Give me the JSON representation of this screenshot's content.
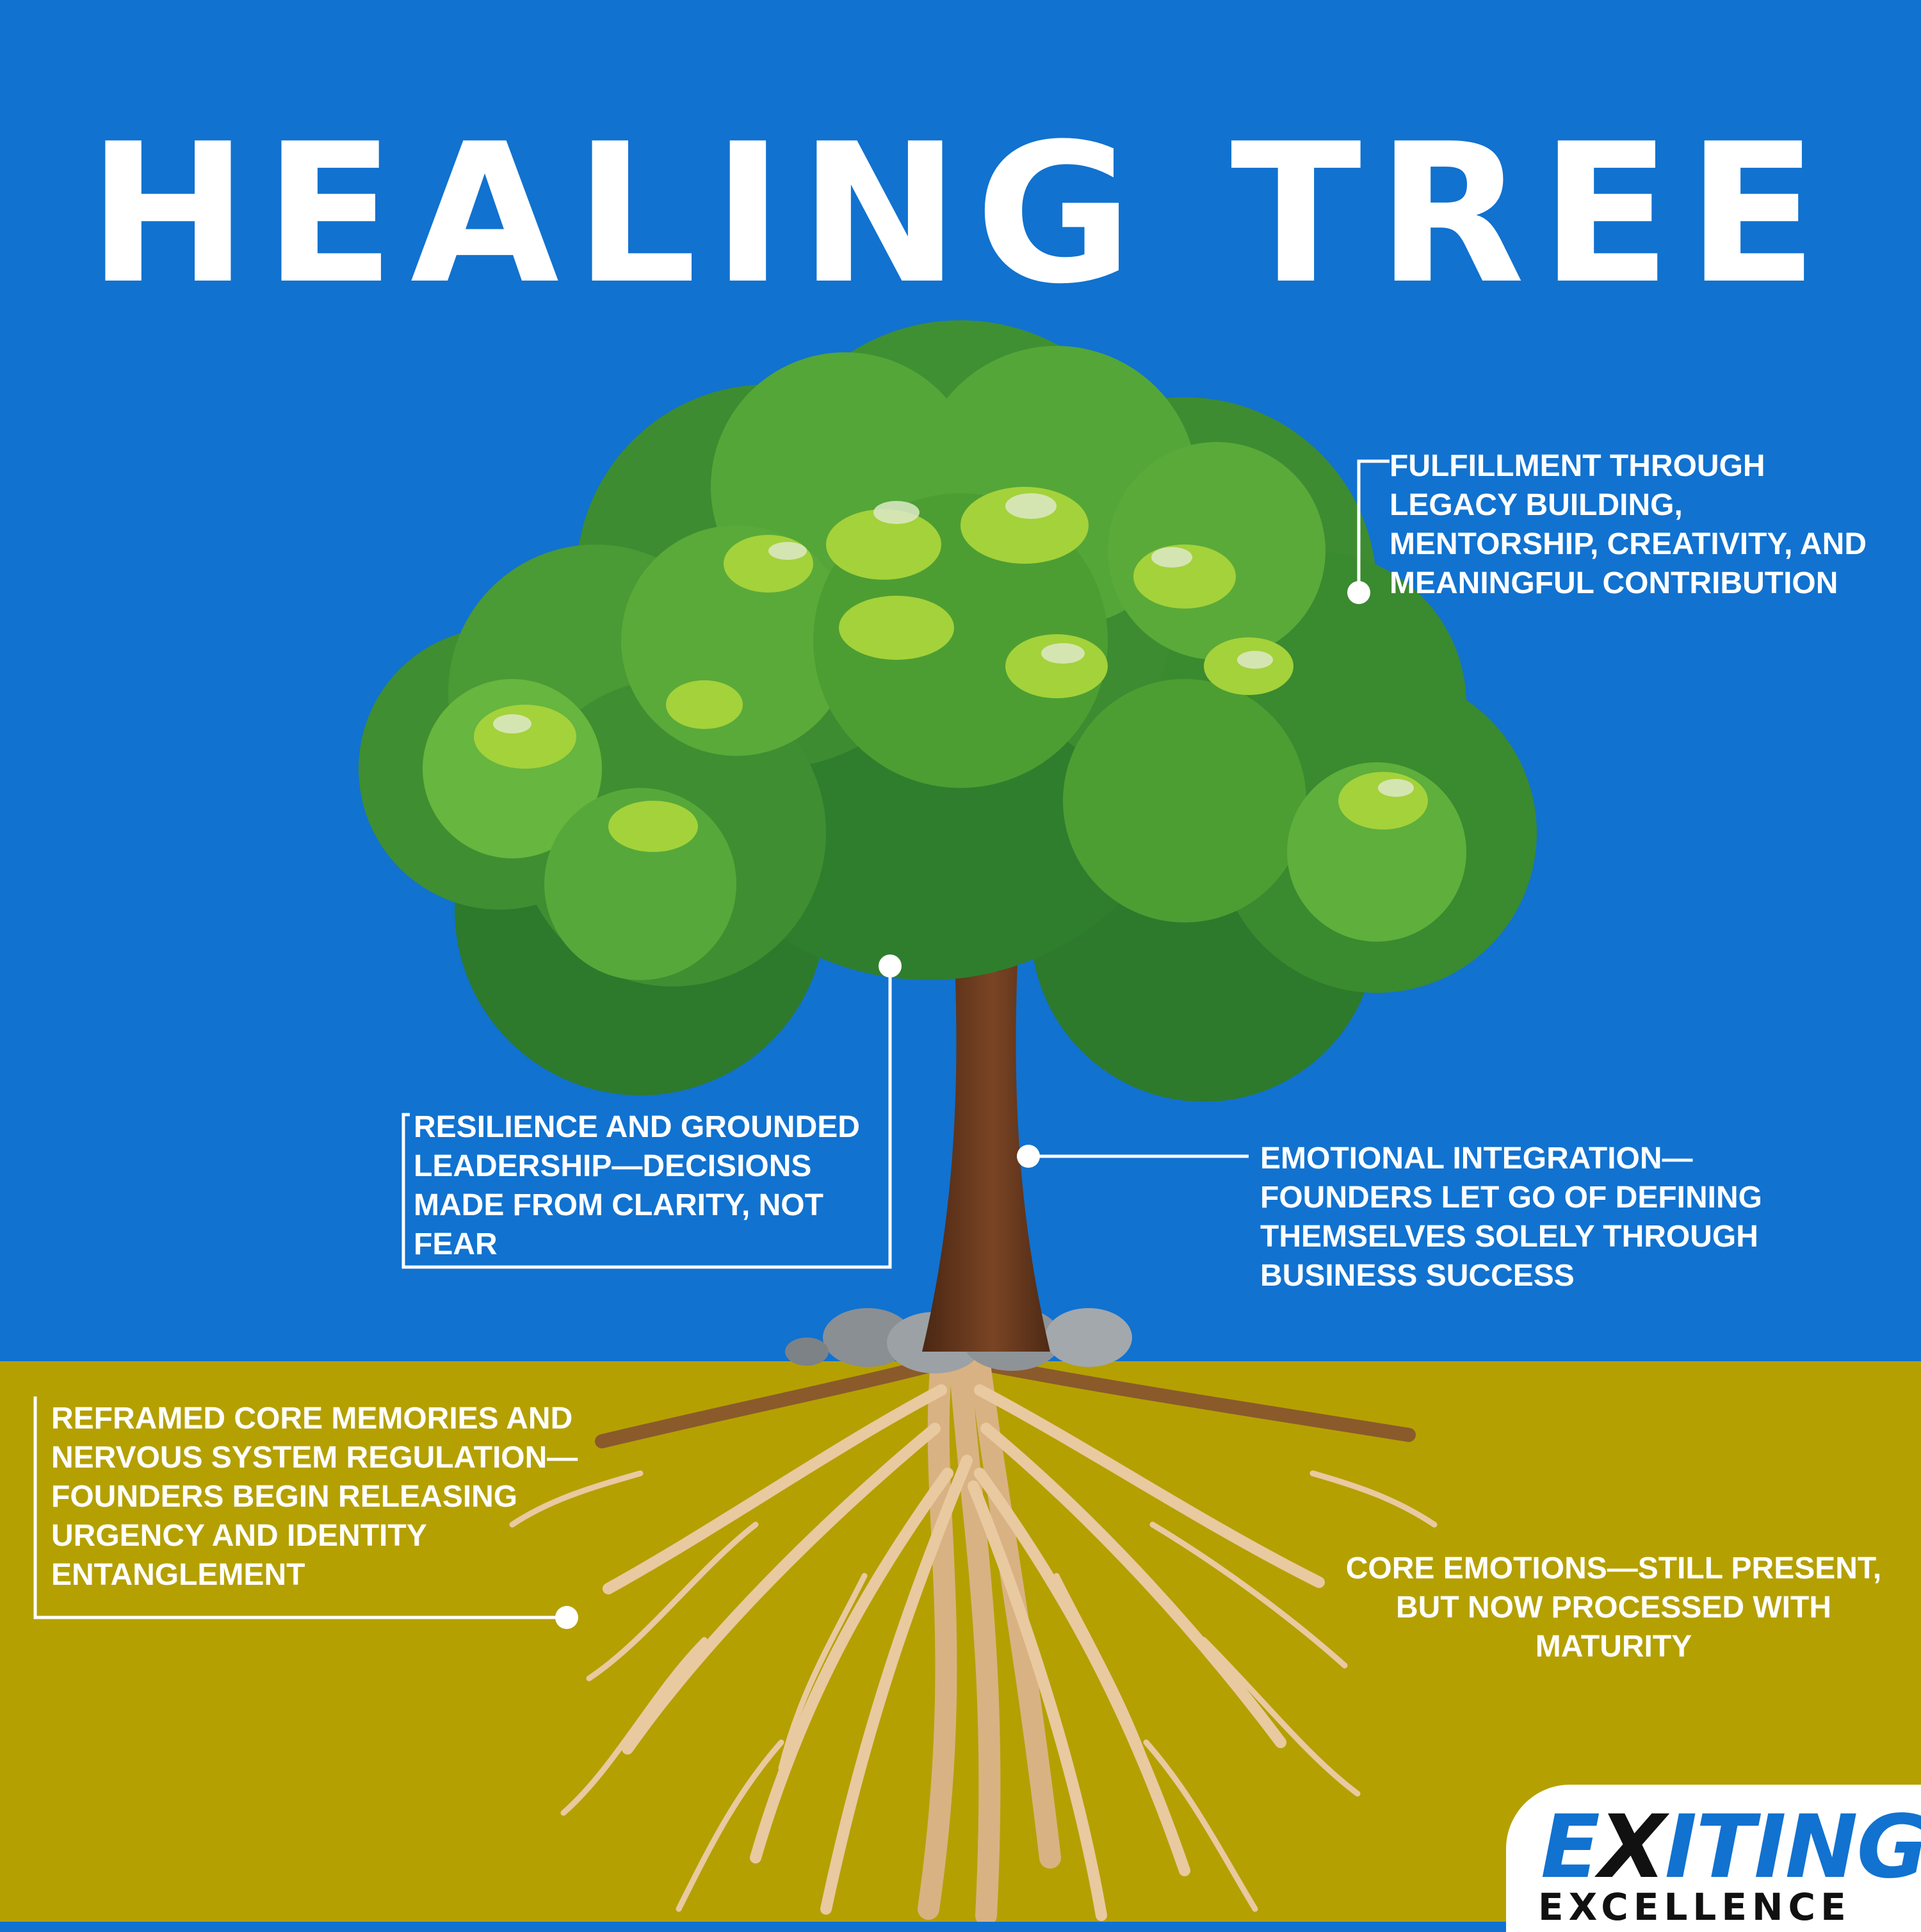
{
  "title": "HEALING TREE",
  "labels": {
    "canopy": "FULFILLMENT THROUGH LEGACY BUILDING, MENTORSHIP, CREATIVITY, AND MEANINGFUL CONTRIBUTION",
    "branches": "RESILIENCE AND GROUNDED LEADERSHIP—DECISIONS MADE FROM CLARITY, NOT FEAR",
    "trunk": "EMOTIONAL INTEGRATION—FOUNDERS LET GO OF DEFINING THEMSELVES SOLELY THROUGH BUSINESS SUCCESS",
    "roots": "REFRAMED CORE MEMORIES AND NERVOUS SYSTEM REGULATION—FOUNDERS BEGIN RELEASING URGENCY AND IDENTITY ENTANGLEMENT",
    "core": "CORE EMOTIONS—STILL PRESENT, BUT NOW PROCESSED WITH MATURITY"
  },
  "logo": {
    "first_letter": "E",
    "x_letter": "X",
    "rest": "ITING",
    "bottom": "EXCELLENCE"
  },
  "colors": {
    "sky": "#1172D0",
    "soil": "#B5A002",
    "foliage_dark": "#2D7A2C",
    "foliage_mid": "#4C9E33",
    "foliage_light": "#A4D23A",
    "trunk": "#6B3B1F",
    "roots": "#E9C9A0",
    "callout_lines": "#FFFFFF"
  }
}
